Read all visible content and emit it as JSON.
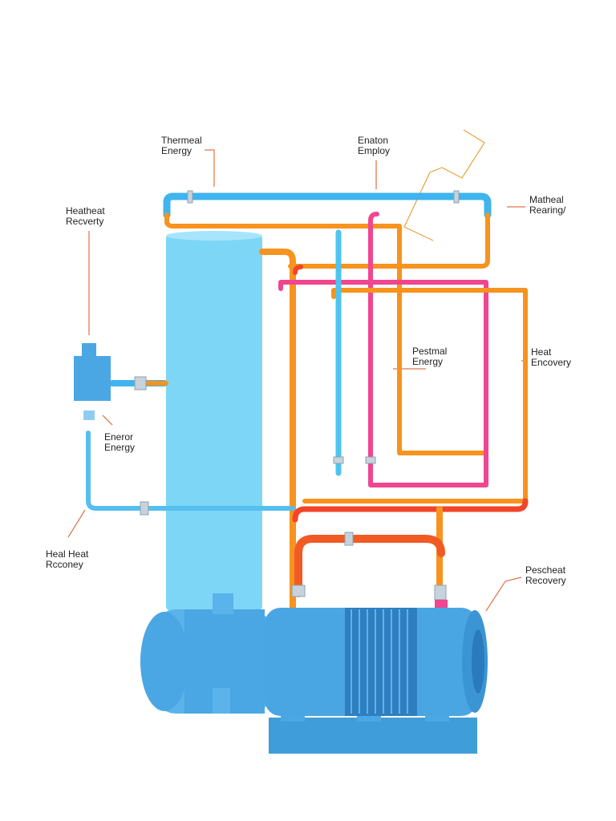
{
  "labels": [
    {
      "id": "thermal-energy",
      "line1": "Thermeal",
      "line2": "Energy"
    },
    {
      "id": "enaton-employ",
      "line1": "Enaton",
      "line2": "Employ"
    },
    {
      "id": "matheal-rearing",
      "line1": "Matheal",
      "line2": "Rearing/"
    },
    {
      "id": "heatheat-recovery",
      "line1": "Heatheat",
      "line2": "Recverty"
    },
    {
      "id": "pestmal-energy",
      "line1": "Pestmal",
      "line2": "Energy"
    },
    {
      "id": "heat-encovery",
      "line1": "Heat",
      "line2": "Encovery"
    },
    {
      "id": "eneror-energy",
      "line1": "Eneror",
      "line2": "Energy"
    },
    {
      "id": "heal-heat-rcconey",
      "line1": "Heal Heat",
      "line2": "Rcconey"
    },
    {
      "id": "pescheat-recovery",
      "line1": "Pescheat",
      "line2": "Recovery"
    }
  ],
  "colors": {
    "cold_pipe": "#3fb4ee",
    "hot_pipe": "#f7931e",
    "red_pipe": "#f2452a",
    "pink_pipe": "#f0468f",
    "tank": "#7dd6f6",
    "motor": "#4ba7e3",
    "leader": "#d9531e"
  }
}
